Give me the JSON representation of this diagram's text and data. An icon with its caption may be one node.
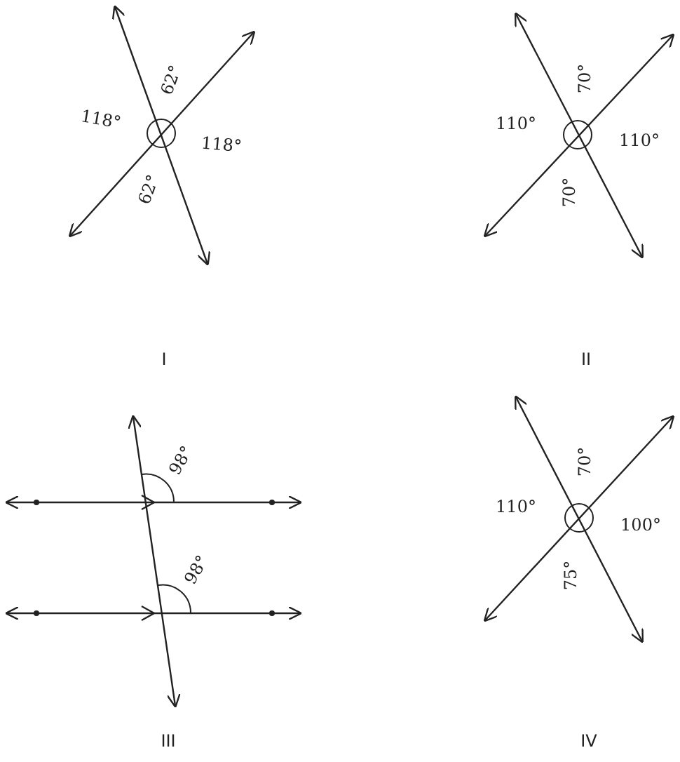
{
  "diagram": {
    "labels": [
      "62°",
      "118°",
      "118°",
      "62°",
      "I",
      "70°",
      "110°",
      "110°",
      "70°",
      "II",
      "98°",
      "98°",
      "III",
      "70°",
      "110°",
      "100°",
      "75°",
      "IV"
    ]
  }
}
